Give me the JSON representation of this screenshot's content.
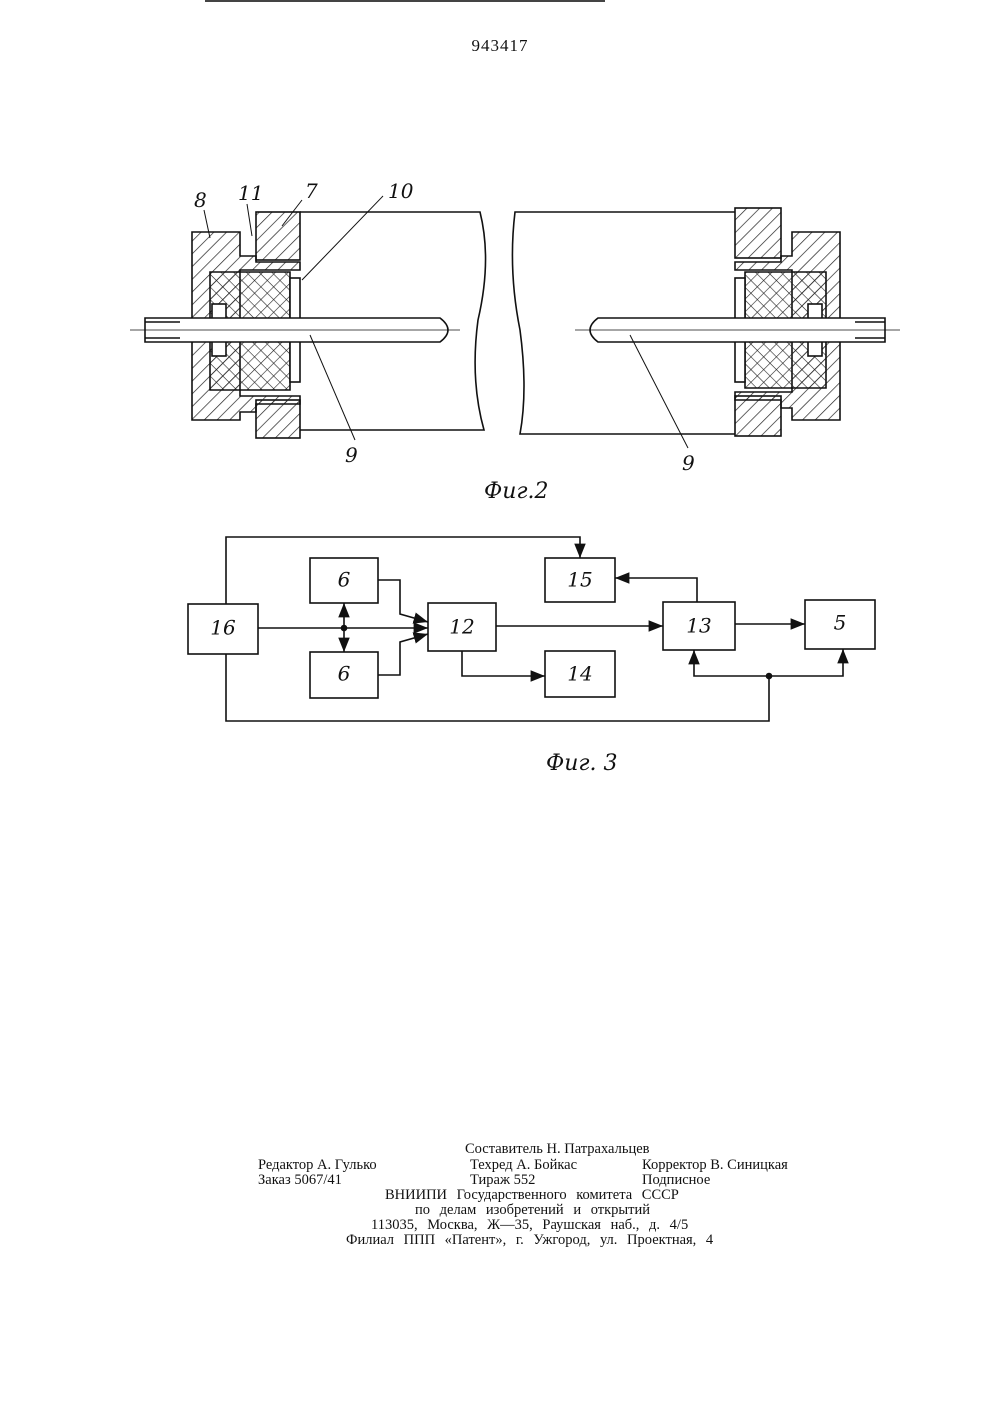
{
  "page_number": "943417",
  "figure2": {
    "caption": "Фиг.2",
    "labels": [
      "8",
      "11",
      "7",
      "10",
      "9",
      "9"
    ]
  },
  "figure3": {
    "caption": "Фиг. 3",
    "blocks": [
      "16",
      "6",
      "6",
      "12",
      "15",
      "14",
      "13",
      "5"
    ]
  },
  "imprint": {
    "compiler": "Составитель Н. Патрахальцев",
    "editor": "Редактор А. Гулько",
    "techred": "Техред А. Бойкас",
    "corrector": "Корректор В. Синицкая",
    "order": "Заказ 5067/41",
    "circulation": "Тираж 552",
    "subscription": "Подписное",
    "org1": "ВНИИПИ Государственного комитета СССР",
    "org2": "по делам изобретений и открытий",
    "address": "113035, Москва, Ж—35, Раушская наб., д. 4/5",
    "branch": "Филиал ППП «Патент», г. Ужгород, ул. Проектная, 4"
  }
}
